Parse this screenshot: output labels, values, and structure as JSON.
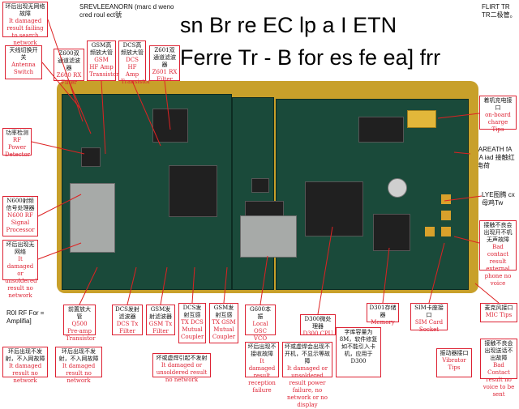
{
  "title": {
    "line1": "sn Br re EC lp a I ETN",
    "line2": "Ferre Tr - B for es fe ea] frr"
  },
  "notes": {
    "top_center": "SREVLEEANORN (marc d weno cred roul ect號",
    "top_right": "FLIRT TR TR二极管。",
    "ir_area": "IR AREATH fA FRA iad 接触红色电荷",
    "lye": "LYE图腾 cx母鸡Tw",
    "r0i": "R0I RF For = Amplifia]"
  },
  "labels": {
    "top_left_fault": {
      "cn": "环后出现无网络故障",
      "en": "It damaged result failing to search network"
    },
    "antenna": {
      "cn": "天线切换开关",
      "en": "Antenna Switch"
    },
    "z600": {
      "cn": "Z600双通道滤波器",
      "en": "Z600 RX Filter"
    },
    "gsm_hf": {
      "cn": "GSM高频放大管",
      "en": "GSM HF Amp Transistor"
    },
    "dcs_hf": {
      "cn": "DCS高频放大管",
      "en": "DCS HF Amp Transistor"
    },
    "z601": {
      "cn": "Z601双通道滤波器",
      "en": "Z601 RX Filter"
    },
    "rf_power": {
      "cn": "功率检测",
      "en": "RF Power Detector"
    },
    "n600": {
      "cn": "N600射频信号处理器",
      "en": "N600 RF Signal Processor"
    },
    "n600_fault": {
      "cn": "坏后出现无网络",
      "en": "It damaged or unsoldered result no network"
    },
    "charge": {
      "cn": "着机充电接口",
      "en": "on-board charge Tips"
    },
    "contact": {
      "cn": "接触不良会出现开不机无声故障",
      "en": "Bad contact result external phone no voice"
    },
    "q500": {
      "cn": "前置放大管",
      "en": "Q500 Pre-amp Transistor"
    },
    "dcs_tx": {
      "cn": "DCS发射滤波器",
      "en": "DCS Tx Filter"
    },
    "gsm_tx": {
      "cn": "GSM发射滤波器",
      "en": "GSM Tx Filter"
    },
    "dcs_coupler": {
      "cn": "DCS发射互感",
      "en": "TX DCS Mutual Coupler"
    },
    "gsm_coupler": {
      "cn": "GSM发射互感",
      "en": "TX GSM Mutual Coupler"
    },
    "vco": {
      "cn": "G600本振",
      "en": "Local OSC VCO"
    },
    "cpu": {
      "cn": "D300微处理器",
      "en": "D300 CPU"
    },
    "memory": {
      "cn": "D301存储器",
      "en": "Memory"
    },
    "sim": {
      "cn": "SIM卡座接口",
      "en": "SIM Card Socket"
    },
    "mic": {
      "cn": "麦克风接口",
      "en": "MIC Tips"
    },
    "mic_fault": {
      "cn": "接触不良会出现送话不出故障",
      "en": "Bad Contact result no voice to be sent"
    },
    "bottom_fault1": {
      "cn": "环后出现不发射，不入网故障",
      "en": "It damaged result no network"
    },
    "bottom_fault2": {
      "cn": "环后出现不发射，不入网故障",
      "en": "It damaged result no network"
    },
    "tx_fault": {
      "cn": "坏或虚焊引起不发射",
      "en": "It damaged or unsoldered result no network"
    },
    "vco_fault": {
      "cn": "坏后出现不接收故障",
      "en": "It damaged result reception failure"
    },
    "cpu_fault": {
      "cn": "坏或虚焊会出现不开机，不显示等故障",
      "en": "It damaged or unsoldered result power failure, no network or no display"
    },
    "memory_fault": {
      "cn": "字库容量为8M，软件修复如不能引入卡机，应用于D300",
      "en": ""
    },
    "vibrator": {
      "cn": "振动器接口",
      "en": "Vibrator Tips"
    }
  },
  "colors": {
    "accent": "#dd2222",
    "board": "#c8a02a",
    "pcb": "#1a4a3a"
  }
}
